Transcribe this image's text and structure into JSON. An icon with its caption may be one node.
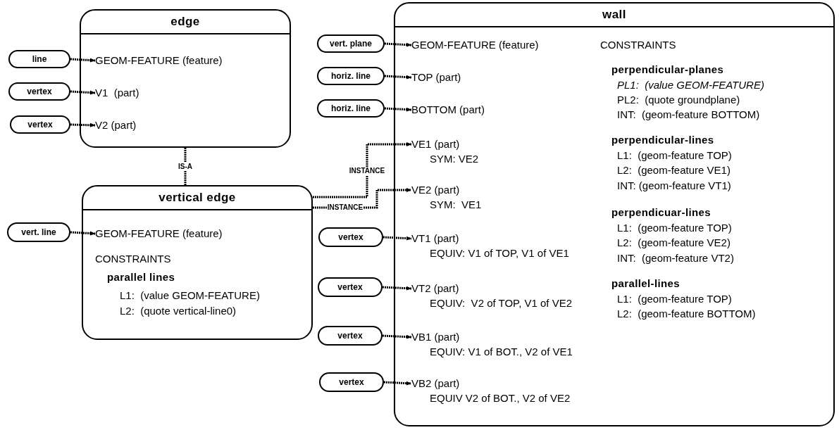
{
  "diagram": {
    "nodes": [
      {
        "text": [
          "edge"
        ]
      },
      {
        "text": [
          "GEOM-FEATURE (feature)"
        ],
        "in": 0
      },
      {
        "text": [
          "V1  (part)"
        ],
        "in": 0
      },
      {
        "text": [
          "V2 (part)"
        ],
        "in": 0
      },
      {
        "text": [
          "line"
        ]
      },
      {
        "text": [
          "vertex"
        ]
      },
      {
        "text": [
          "vertex"
        ]
      },
      {
        "text": [
          "vertical edge",
          "CONSTRAINTS",
          "parallel lines",
          "L1:  (value GEOM-FEATURE)",
          "L2:  (quote vertical-line0)"
        ]
      },
      {
        "text": [
          "GEOM-FEATURE (feature)"
        ],
        "in": 7
      },
      {
        "text": [
          "vert. line"
        ]
      },
      {
        "text": [
          "wall",
          "CONSTRAINTS",
          "perpendicular-planes",
          "PL1:  (value GEOM-FEATURE)",
          "PL2:  (quote groundplane)",
          "INT:  (geom-feature BOTTOM)",
          "perpendicular-lines",
          "L1:  (geom-feature TOP)",
          "L2:  (geom-feature VE1)",
          "INT: (geom-feature VT1)",
          "perpendicuar-lines",
          "L1:  (geom-feature TOP)",
          "L2:  (geom-feature VE2)",
          "INT:  (geom-feature VT2)",
          "parallel-lines",
          "L1:  (geom-feature TOP)",
          "L2:  (geom-feature BOTTOM)"
        ]
      },
      {
        "text": [
          "GEOM-FEATURE (feature)"
        ],
        "in": 10
      },
      {
        "text": [
          "TOP (part)"
        ],
        "in": 10
      },
      {
        "text": [
          "BOTTOM (part)"
        ],
        "in": 10
      },
      {
        "text": [
          "VE1 (part)",
          "SYM: VE2"
        ],
        "in": 10
      },
      {
        "text": [
          "VE2 (part)",
          "SYM:  VE1"
        ],
        "in": 10
      },
      {
        "text": [
          "VT1 (part)",
          "EQUIV: V1 of TOP, V1 of VE1"
        ],
        "in": 10
      },
      {
        "text": [
          "VT2 (part)",
          "EQUIV:  V2 of TOP, V1 of VE2"
        ],
        "in": 10
      },
      {
        "text": [
          "VB1 (part)",
          "EQUIV: V1 of BOT., V2 of VE1"
        ],
        "in": 10
      },
      {
        "text": [
          "VB2 (part)",
          "EQUIV V2 of BOT., V2 of VE2"
        ],
        "in": 10
      },
      {
        "text": [
          "vert. plane"
        ]
      },
      {
        "text": [
          "horiz. line"
        ]
      },
      {
        "text": [
          "horiz. line"
        ]
      },
      {
        "text": [
          "vertex"
        ]
      },
      {
        "text": [
          "vertex"
        ]
      },
      {
        "text": [
          "vertex"
        ]
      },
      {
        "text": [
          "vertex"
        ]
      }
    ],
    "edges": [
      {
        "from": 4,
        "to": 1,
        "arrow": "to"
      },
      {
        "from": 5,
        "to": 2,
        "arrow": "to"
      },
      {
        "from": 6,
        "to": 3,
        "arrow": "to"
      },
      {
        "from": 0,
        "to": 7,
        "arrow": "none",
        "label": "IS-A"
      },
      {
        "from": 9,
        "to": 8,
        "arrow": "to"
      },
      {
        "from": 20,
        "to": 11,
        "arrow": "to"
      },
      {
        "from": 21,
        "to": 12,
        "arrow": "to"
      },
      {
        "from": 22,
        "to": 13,
        "arrow": "to"
      },
      {
        "from": 7,
        "to": 14,
        "arrow": "to",
        "label": "INSTANCE"
      },
      {
        "from": 7,
        "to": 15,
        "arrow": "to",
        "label": "INSTANCE"
      },
      {
        "from": 23,
        "to": 16,
        "arrow": "to"
      },
      {
        "from": 24,
        "to": 17,
        "arrow": "to"
      },
      {
        "from": 25,
        "to": 18,
        "arrow": "to"
      },
      {
        "from": 26,
        "to": 19,
        "arrow": "to"
      }
    ]
  }
}
